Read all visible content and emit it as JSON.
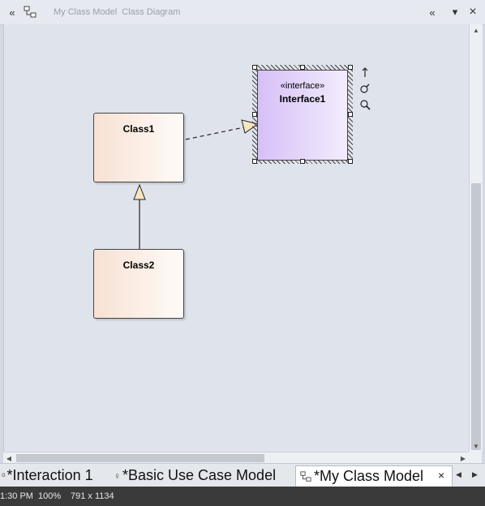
{
  "window": {
    "title": "My Class Model",
    "subtitle": "Class Diagram",
    "collapse_icon": "«",
    "expand_icon": "«",
    "menu_icon": "▾",
    "close_icon": "×"
  },
  "diagram": {
    "classes": [
      {
        "name": "Class1"
      },
      {
        "name": "Class2"
      }
    ],
    "interface": {
      "stereotype": "«interface»",
      "name": "Interface1"
    }
  },
  "tabs": [
    {
      "label": "*Interaction 1",
      "icon": "interaction-icon"
    },
    {
      "label": "*Basic Use Case Model",
      "icon": "use-case-icon"
    },
    {
      "label": "*My Class Model",
      "icon": "class-diagram-icon",
      "active": true
    }
  ],
  "tab_close": "×",
  "status": {
    "time": "1:30 PM",
    "zoom": "100%",
    "size": "791 x 1134"
  }
}
